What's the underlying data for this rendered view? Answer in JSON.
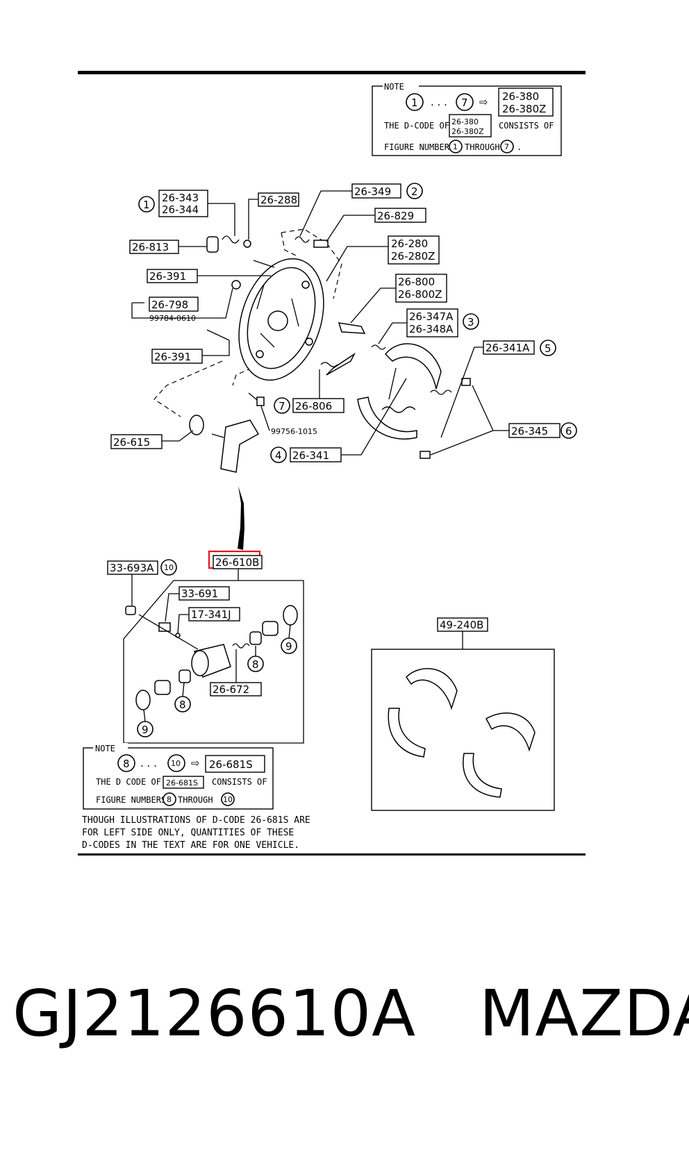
{
  "note_top": {
    "title": "NOTE",
    "range_start": "1",
    "range_end": "7",
    "codes": [
      "26-380",
      "26-380Z"
    ],
    "line1_prefix": "THE D-CODE OF",
    "line1_suffix": "CONSISTS OF",
    "line2_prefix": "FIGURE NUMBERS",
    "line2_mid": "THROUGH",
    "line2_end": "."
  },
  "labels": {
    "p26_343": "26-343",
    "p26_344": "26-344",
    "p26_288": "26-288",
    "p26_349": "26-349",
    "p26_829": "26-829",
    "p26_813": "26-813",
    "p26_280": "26-280",
    "p26_280z": "26-280Z",
    "p26_391a": "26-391",
    "p26_800": "26-800",
    "p26_800z": "26-800Z",
    "p26_798": "26-798",
    "p99784": "99784-0610",
    "p26_347a": "26-347A",
    "p26_348a": "26-348A",
    "p26_341a": "26-341A",
    "p26_391b": "26-391",
    "p26_806": "26-806",
    "p99756": "99756-1015",
    "p26_345": "26-345",
    "p26_615": "26-615",
    "p26_341": "26-341",
    "p26_610b": "26-610B",
    "p33_693a": "33-693A",
    "p33_691": "33-691",
    "p17_341j": "17-341J",
    "p26_672": "26-672",
    "p49_240b": "49-240B"
  },
  "callouts": {
    "c1": "1",
    "c2": "2",
    "c3": "3",
    "c4": "4",
    "c5": "5",
    "c6": "6",
    "c7": "7",
    "c8a": "8",
    "c8b": "8",
    "c9a": "9",
    "c9b": "9",
    "c10": "10"
  },
  "note_bottom": {
    "title": "NOTE",
    "range_start": "8",
    "range_end": "10",
    "code": "26-681S",
    "line1_prefix": "THE D CODE OF",
    "line1_suffix": "CONSISTS OF",
    "line2_prefix": "FIGURE NUMBERS",
    "line2_mid": "THROUGH"
  },
  "footnote": [
    "THOUGH ILLUSTRATIONS OF D-CODE 26-681S ARE",
    "FOR LEFT SIDE ONLY, QUANTITIES OF THESE",
    "D-CODES IN THE TEXT ARE FOR ONE VEHICLE."
  ],
  "caption": {
    "part_number": "GJ2126610A",
    "brand": "MAZDA"
  },
  "colors": {
    "highlight": "#e8121b",
    "ink": "#000000"
  }
}
